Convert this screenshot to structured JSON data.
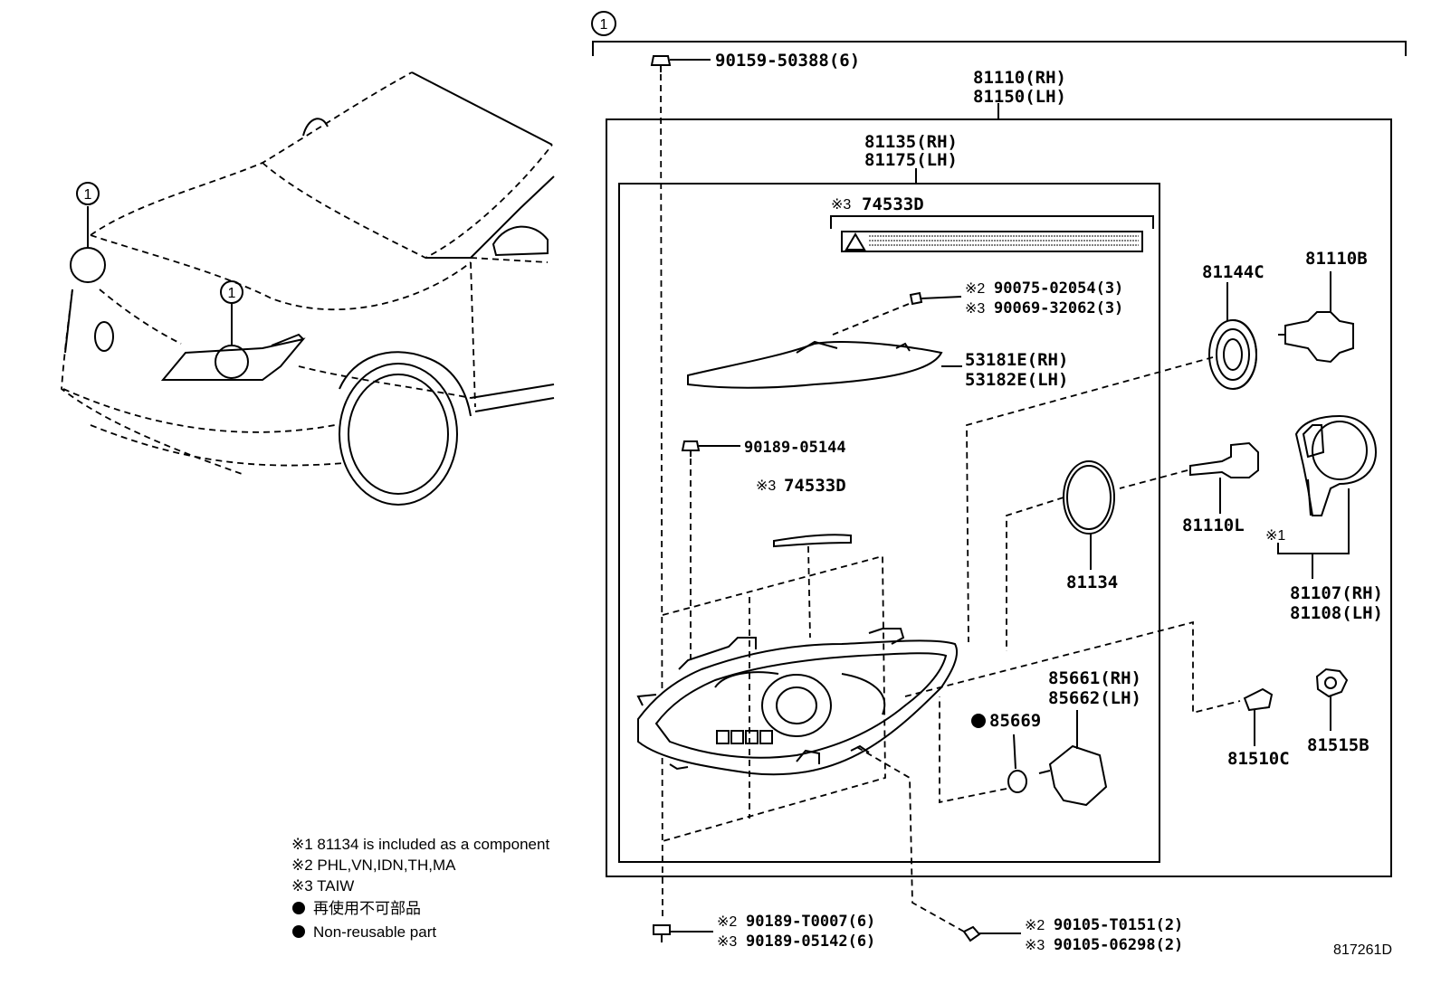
{
  "callout_number": "1",
  "parts": {
    "p90159": "90159-50388(6)",
    "p81110_rh": "81110(RH)",
    "p81150_lh": "81150(LH)",
    "p81135_rh": "81135(RH)",
    "p81175_lh": "81175(LH)",
    "p74533d_top": "74533D",
    "p90075": "90075-02054(3)",
    "p90069": "90069-32062(3)",
    "p53181e": "53181E(RH)",
    "p53182e": "53182E(LH)",
    "p81144c": "81144C",
    "p81110b": "81110B",
    "p90189_05144": "90189-05144",
    "p74533d_mid": "74533D",
    "p81110l": "81110L",
    "p81134": "81134",
    "p81107": "81107(RH)",
    "p81108": "81108(LH)",
    "p85661": "85661(RH)",
    "p85662": "85662(LH)",
    "p85669": "85669",
    "p81510c": "81510C",
    "p81515b": "81515B",
    "p90189_t0007": "90189-T0007(6)",
    "p90189_05142": "90189-05142(6)",
    "p90105_t0151": "90105-T0151(2)",
    "p90105_06298": "90105-06298(2)"
  },
  "marks": {
    "m1": "※1",
    "m2": "※2",
    "m3": "※3"
  },
  "legend": {
    "note1": "※1 81134 is included as a component",
    "note2": "※2 PHL,VN,IDN,TH,MA",
    "note3": "※3 TAIW",
    "nonreusable_jp": "再使用不可部品",
    "nonreusable_en": "Non-reusable part"
  },
  "figure_ref": "817261D"
}
